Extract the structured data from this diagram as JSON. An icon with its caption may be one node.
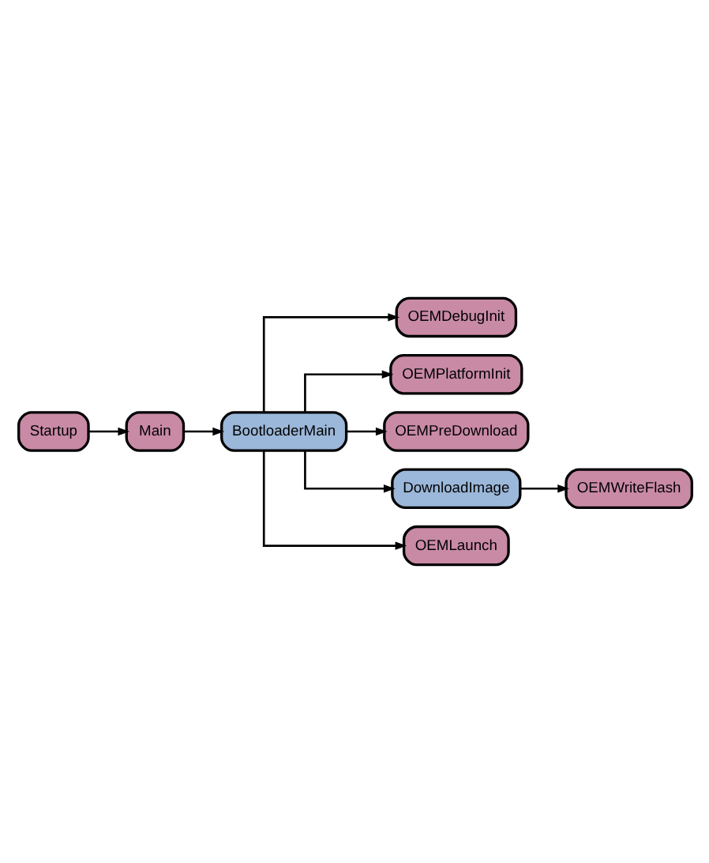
{
  "diagram": {
    "nodes": [
      {
        "text": [
          "Startup"
        ]
      },
      {
        "text": [
          "Main"
        ]
      },
      {
        "text": [
          "BootloaderMain"
        ]
      },
      {
        "text": [
          "OEMDebugInit"
        ]
      },
      {
        "text": [
          "OEMPlatformInit"
        ]
      },
      {
        "text": [
          "OEMPreDownload"
        ]
      },
      {
        "text": [
          "DownloadImage"
        ]
      },
      {
        "text": [
          "OEMWriteFlash"
        ]
      },
      {
        "text": [
          "OEMLaunch"
        ]
      }
    ],
    "edges": [
      {
        "from": 0,
        "to": 1,
        "arrow": "to"
      },
      {
        "from": 1,
        "to": 2,
        "arrow": "to"
      },
      {
        "from": 2,
        "to": 3,
        "arrow": "to"
      },
      {
        "from": 2,
        "to": 4,
        "arrow": "to"
      },
      {
        "from": 2,
        "to": 5,
        "arrow": "to"
      },
      {
        "from": 2,
        "to": 6,
        "arrow": "to"
      },
      {
        "from": 6,
        "to": 7,
        "arrow": "to"
      },
      {
        "from": 2,
        "to": 8,
        "arrow": "to"
      }
    ]
  }
}
